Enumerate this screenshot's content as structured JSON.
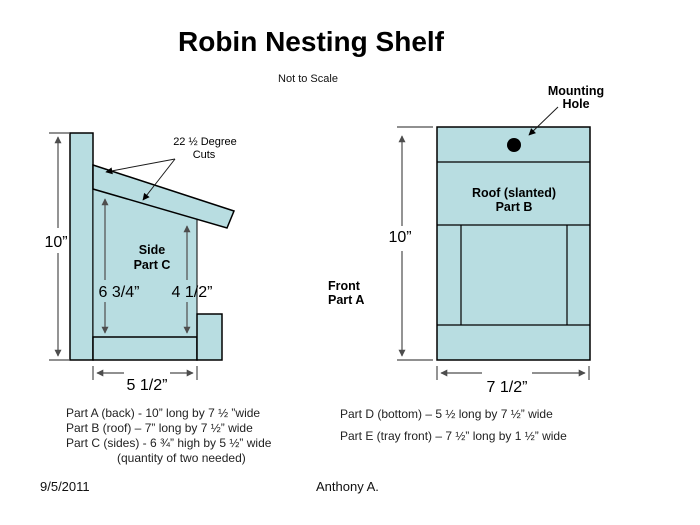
{
  "title": "Robin Nesting Shelf",
  "subtitle": "Not to Scale",
  "colors": {
    "wood_fill": "#b8dde1",
    "outline": "#000000",
    "dimension_line": "#4d4d4d",
    "hole": "#000000"
  },
  "side_view": {
    "cuts_label_line1": "22 ½ Degree",
    "cuts_label_line2": "Cuts",
    "part_label_line1": "Side",
    "part_label_line2": "Part C",
    "dim_height": "10”",
    "dim_back_edge": "6 3/4”",
    "dim_front_edge": "4 1/2”",
    "dim_bottom": "5 1/2”"
  },
  "front_view": {
    "mounting_label_line1": "Mounting",
    "mounting_label_line2": "Hole",
    "roof_label_line1": "Roof (slanted)",
    "roof_label_line2": "Part B",
    "front_label_line1": "Front",
    "front_label_line2": "Part A",
    "dim_height": "10”",
    "dim_width": "7 1/2”"
  },
  "notes_left": [
    "Part A (back) - 10” long by 7 ½ ”wide",
    "Part B (roof) – 7” long by 7 ½” wide",
    "Part C (sides) - 6 ¾” high by 5 ½” wide",
    "(quantity of two needed)"
  ],
  "notes_right": [
    "Part D (bottom) – 5 ½ long by 7 ½” wide",
    "Part E (tray front) – 7 ½” long by 1 ½” wide"
  ],
  "footer": {
    "date": "9/5/2011",
    "author": "Anthony A."
  }
}
